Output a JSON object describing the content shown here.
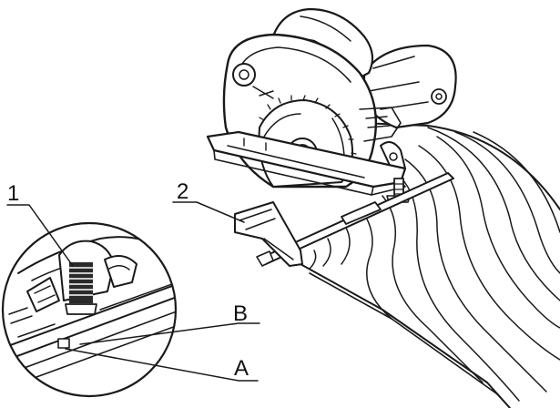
{
  "figure": {
    "callouts": [
      {
        "id": "1",
        "text": "1"
      },
      {
        "id": "2",
        "text": "2"
      },
      {
        "id": "B",
        "text": "B"
      },
      {
        "id": "A",
        "text": "A"
      }
    ]
  }
}
